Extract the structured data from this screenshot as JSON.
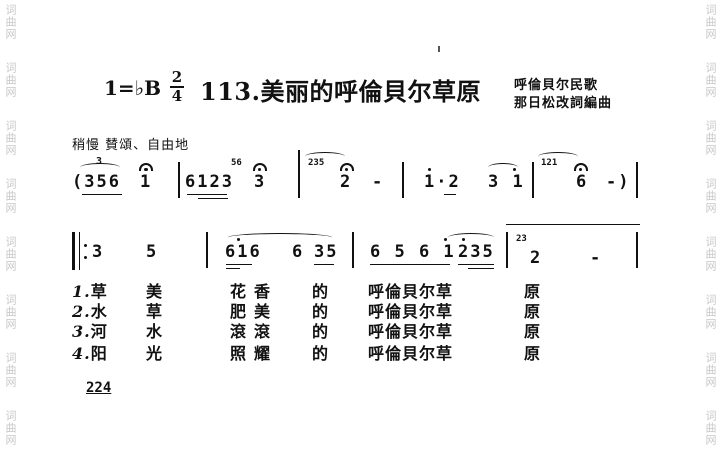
{
  "watermark": {
    "left": "词曲网",
    "right": "词曲网"
  },
  "header": {
    "key_signature": "1=♭B",
    "time_top": "2",
    "time_bottom": "4",
    "song_number_title": "113.美丽的呼倫貝尔草原",
    "credit_line1": "呼倫貝尔民歌",
    "credit_line2": "那日松改詞編曲"
  },
  "tempo_marking": "稍慢   賛頌、自由地",
  "intro": {
    "group1": "(356",
    "group2": "1",
    "group3": "6123",
    "group4": "3",
    "group5": "2",
    "dash1": "-",
    "group6": "1·2",
    "group7": "3 1",
    "group8": "6",
    "dash2": "-)",
    "grace1": "56",
    "grace2": "235",
    "grace3": "121",
    "triplet": "3"
  },
  "verse_melody": {
    "n1": "3",
    "n2": "5",
    "n3": "616",
    "n4": "6",
    "n5": "35",
    "n6": "6 5 6 1",
    "n7": "235",
    "n8": "2",
    "dash": "-",
    "grace": "23"
  },
  "lyrics": [
    {
      "num": "1.",
      "c1": "草",
      "c2": "美",
      "c3": "花香",
      "c4": "的",
      "c5": "呼倫貝尔草",
      "c6": "原"
    },
    {
      "num": "2.",
      "c1": "水",
      "c2": "草",
      "c3": "肥美",
      "c4": "的",
      "c5": "呼倫貝尔草",
      "c6": "原"
    },
    {
      "num": "3.",
      "c1": "河",
      "c2": "水",
      "c3": "滾滾",
      "c4": "的",
      "c5": "呼倫貝尔草",
      "c6": "原"
    },
    {
      "num": "4.",
      "c1": "阳",
      "c2": "光",
      "c3": "照耀",
      "c4": "的",
      "c5": "呼倫貝尔草",
      "c6": "原"
    }
  ],
  "page_number": "224"
}
